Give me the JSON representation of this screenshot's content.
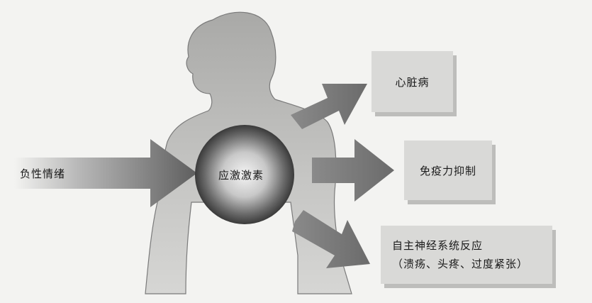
{
  "diagram": {
    "input_label": "负性情绪",
    "center_label": "应激激素",
    "outcomes": [
      {
        "label": "心脏病"
      },
      {
        "label": "免疫力抑制"
      },
      {
        "label": "自主神经系统反应",
        "sublabel": "（溃疡、头疼、过度紧张）"
      }
    ]
  },
  "colors": {
    "background": "#f3f3f1",
    "body_silhouette": "#b9b9b7",
    "arrow": "#6f6f6f",
    "center_core": "#f2f2f2",
    "center_ring": "#3f3f3f",
    "box_fill": "#d9d9d7",
    "box_shadow": "#bdbdbb"
  }
}
